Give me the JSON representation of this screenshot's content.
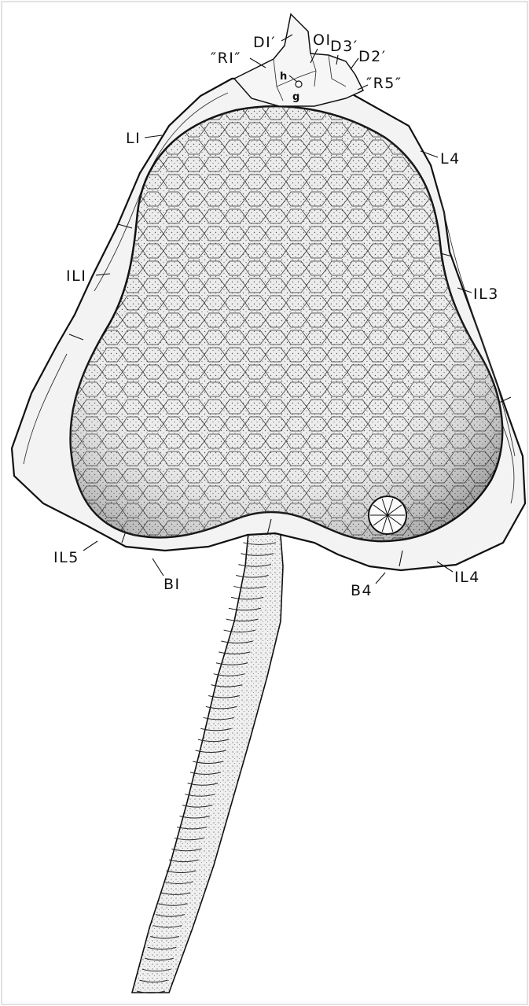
{
  "figure": {
    "labels": {
      "D1p": "DI′",
      "O1": "OI",
      "R1": "″RI″",
      "D3p": "D3′",
      "D2p": "D2′",
      "h": "h",
      "g": "g",
      "R5": "″R5″",
      "L1": "LI",
      "L4": "L4",
      "IL1": "ILI",
      "IL3": "IL3",
      "IL5": "IL5",
      "B1": "BI",
      "B4": "B4",
      "IL4": "IL4"
    },
    "parts": [
      "theca",
      "marginal-frame",
      "oral-plates",
      "periproct",
      "stem"
    ]
  }
}
